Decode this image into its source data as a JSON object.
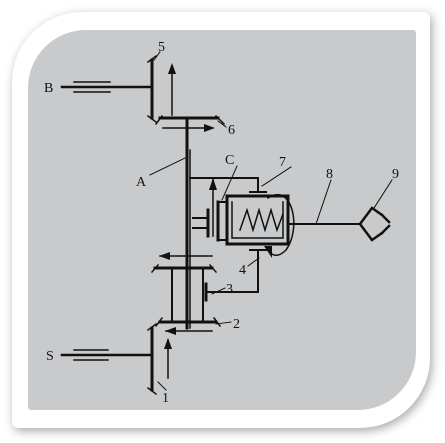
{
  "diagram": {
    "labels": {
      "B": "B",
      "S": "S",
      "A": "A",
      "C": "C",
      "n1": "1",
      "n2": "2",
      "n3": "3",
      "n4": "4",
      "n5": "5",
      "n6": "6",
      "n7": "7",
      "n8": "8",
      "n9": "9"
    },
    "colors": {
      "panel": "#c9cacc",
      "line": "#111111",
      "card": "#ffffff"
    }
  }
}
